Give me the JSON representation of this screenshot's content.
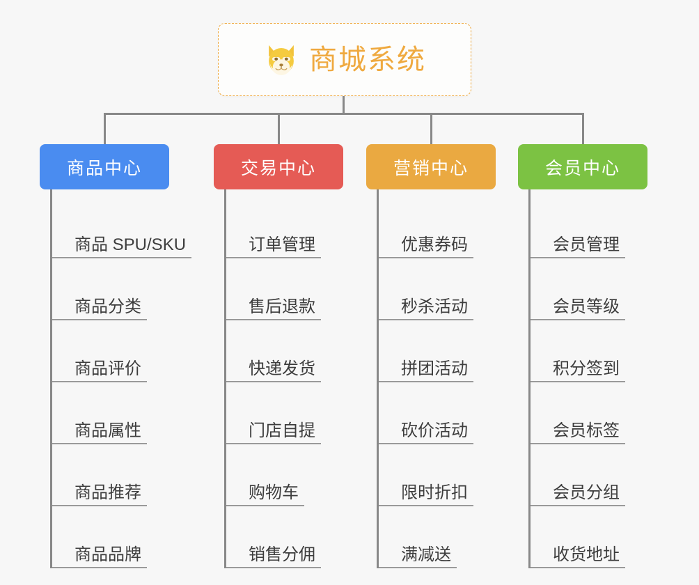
{
  "page": {
    "background_color": "#f7f7f7",
    "line_color": "#888888"
  },
  "root": {
    "title": "商城系统",
    "icon": "shiba-dog-face-emoji",
    "text_color": "#efa93f",
    "border_color": "#efa93f",
    "background_color": "#fdfdfc"
  },
  "branches": [
    {
      "label": "商品中心",
      "color": "#4a8cf0",
      "items": [
        "商品 SPU/SKU",
        "商品分类",
        "商品评价",
        "商品属性",
        "商品推荐",
        "商品品牌"
      ]
    },
    {
      "label": "交易中心",
      "color": "#e55b55",
      "items": [
        "订单管理",
        "售后退款",
        "快递发货",
        "门店自提",
        "购物车",
        "销售分佣"
      ]
    },
    {
      "label": "营销中心",
      "color": "#eaa941",
      "items": [
        "优惠券码",
        "秒杀活动",
        "拼团活动",
        "砍价活动",
        "限时折扣",
        "满减送"
      ]
    },
    {
      "label": "会员中心",
      "color": "#7cc243",
      "items": [
        "会员管理",
        "会员等级",
        "积分签到",
        "会员标签",
        "会员分组",
        "收货地址"
      ]
    }
  ]
}
